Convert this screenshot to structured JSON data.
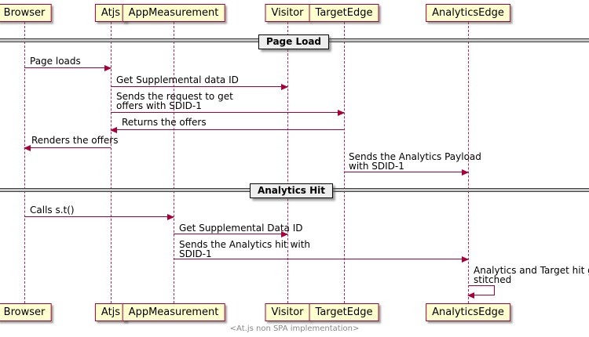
{
  "diagram": {
    "type": "sequence-diagram",
    "footer": "<At.js non SPA implementation>"
  },
  "participants": [
    {
      "label": "Browser"
    },
    {
      "label": "Atjs"
    },
    {
      "label": "AppMeasurement"
    },
    {
      "label": "Visitor"
    },
    {
      "label": "TargetEdge"
    },
    {
      "label": "AnalyticsEdge"
    }
  ],
  "dividers": [
    {
      "label": "Page Load"
    },
    {
      "label": "Analytics Hit"
    }
  ],
  "messages": [
    {
      "from": "Browser",
      "to": "Atjs",
      "text": "Page loads"
    },
    {
      "from": "Atjs",
      "to": "Visitor",
      "text": "Get Supplemental data ID"
    },
    {
      "from": "Atjs",
      "to": "TargetEdge",
      "line1": "Sends the request to get",
      "line2": "offers with SDID-1"
    },
    {
      "from": "TargetEdge",
      "to": "Atjs",
      "text": "Returns the offers"
    },
    {
      "from": "Atjs",
      "to": "Browser",
      "text": "Renders the offers"
    },
    {
      "from": "TargetEdge",
      "to": "AnalyticsEdge",
      "line1": "Sends the Analytics Payload",
      "line2": "with SDID-1"
    },
    {
      "from": "Browser",
      "to": "AppMeasurement",
      "text": "Calls s.t()"
    },
    {
      "from": "AppMeasurement",
      "to": "Visitor",
      "text": "Get Supplemental Data ID"
    },
    {
      "from": "AppMeasurement",
      "to": "AnalyticsEdge",
      "line1": "Sends the Analytics hit with",
      "line2": "SDID-1"
    },
    {
      "from": "AnalyticsEdge",
      "to": "AnalyticsEdge",
      "line1": "Analytics and Target hit get",
      "line2": "stitched"
    }
  ],
  "colors": {
    "participant_fill": "#FEFECE",
    "participant_border": "#A80036",
    "arrow": "#A80036",
    "lifeline": "#A80036",
    "divider_fill": "#EEEEEE",
    "divider_line": "#3A3A3A",
    "footer_text": "#888888",
    "text": "#000000"
  }
}
